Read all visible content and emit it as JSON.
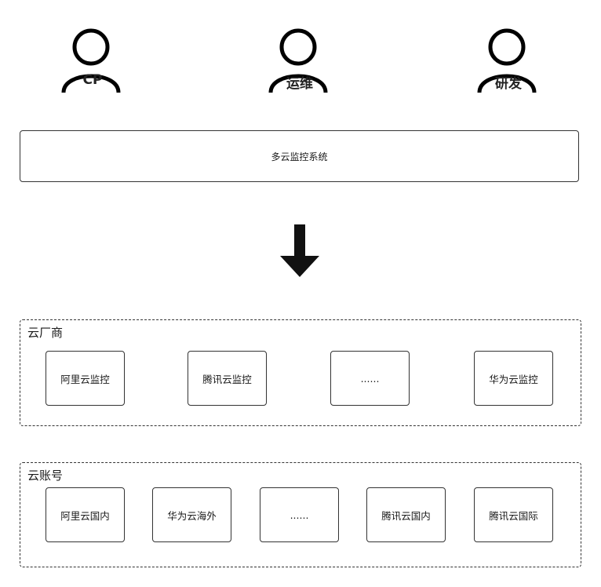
{
  "roles": [
    {
      "label": "CP"
    },
    {
      "label": "运维"
    },
    {
      "label": "研发"
    }
  ],
  "system": {
    "label": "多云监控系统"
  },
  "arrow": {
    "icon": "down-arrow-icon"
  },
  "vendors": {
    "title": "云厂商",
    "items": [
      "阿里云监控",
      "腾讯云监控",
      "......",
      "华为云监控"
    ]
  },
  "accounts": {
    "title": "云账号",
    "items": [
      "阿里云国内",
      "华为云海外",
      "......",
      "腾讯云国内",
      "腾讯云国际"
    ]
  }
}
